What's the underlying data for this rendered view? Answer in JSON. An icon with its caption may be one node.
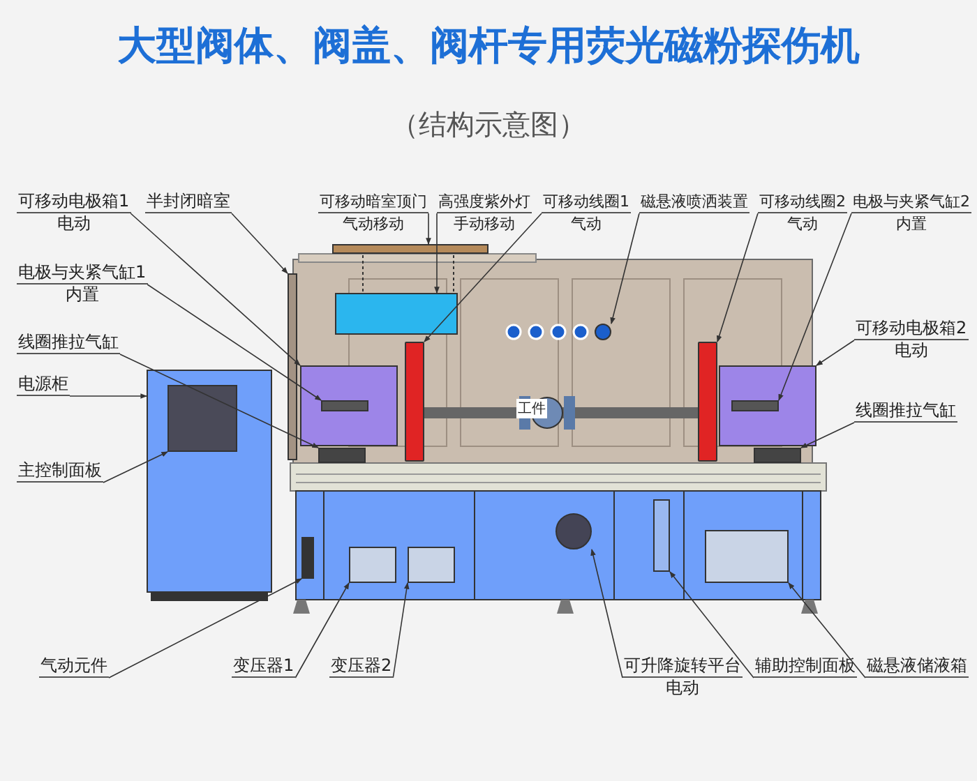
{
  "diagram": {
    "title": "大型阀体、阀盖、阀杆专用荧光磁粉探伤机",
    "caption": "（结构示意图）",
    "nodes": [
      {
        "text": [
          "可移动电极箱1",
          "电动"
        ]
      },
      {
        "text": [
          "半封闭暗室"
        ]
      },
      {
        "text": [
          "可移动暗室顶门",
          "气动移动"
        ]
      },
      {
        "text": [
          "高强度紫外灯",
          "手动移动"
        ]
      },
      {
        "text": [
          "可移动线圈1",
          "气动"
        ]
      },
      {
        "text": [
          "磁悬液喷洒装置"
        ]
      },
      {
        "text": [
          "可移动线圈2",
          "气动"
        ]
      },
      {
        "text": [
          "电极与夹紧气缸2",
          "内置"
        ]
      },
      {
        "text": [
          "电极与夹紧气缸1",
          "内置"
        ]
      },
      {
        "text": [
          "可移动电极箱2",
          "电动"
        ]
      },
      {
        "text": [
          "线圈推拉气缸"
        ]
      },
      {
        "text": [
          "电源柜"
        ]
      },
      {
        "text": [
          "线圈推拉气缸"
        ]
      },
      {
        "text": [
          "主控制面板"
        ]
      },
      {
        "text": [
          "气动元件"
        ]
      },
      {
        "text": [
          "变压器1"
        ]
      },
      {
        "text": [
          "变压器2"
        ]
      },
      {
        "text": [
          "可升降旋转平台",
          "电动"
        ]
      },
      {
        "text": [
          "辅助控制面板"
        ]
      },
      {
        "text": [
          "磁悬液储液箱"
        ]
      },
      {
        "text": [],
        "shape": "box"
      },
      {
        "text": [],
        "shape": "box",
        "in": 20
      },
      {
        "text": [],
        "shape": "box"
      },
      {
        "text": [],
        "shape": "box"
      },
      {
        "text": [],
        "shape": "box"
      },
      {
        "text": [],
        "shape": "bar"
      },
      {
        "text": [],
        "shape": "circle"
      },
      {
        "text": [],
        "shape": "bar"
      },
      {
        "text": [],
        "shape": "box"
      },
      {
        "text": [],
        "shape": "box",
        "in": 28
      },
      {
        "text": [],
        "shape": "box"
      },
      {
        "text": [],
        "shape": "box"
      },
      {
        "text": [],
        "shape": "box",
        "in": 31
      },
      {
        "text": [],
        "shape": "box"
      },
      {
        "text": [],
        "shape": "box"
      },
      {
        "text": [],
        "shape": "box"
      },
      {
        "text": [],
        "shape": "box"
      },
      {
        "text": [],
        "shape": "circle"
      },
      {
        "text": [],
        "shape": "box"
      },
      {
        "text": [],
        "shape": "box"
      }
    ],
    "edges": [
      {
        "from": 0,
        "to": 20,
        "arrow": "to"
      },
      {
        "from": 1,
        "to": 22,
        "arrow": "to"
      },
      {
        "from": 2,
        "to": 23,
        "arrow": "to"
      },
      {
        "from": 3,
        "to": 24,
        "arrow": "to"
      },
      {
        "from": 4,
        "to": 25,
        "arrow": "to"
      },
      {
        "from": 5,
        "to": 26,
        "arrow": "to"
      },
      {
        "from": 6,
        "to": 27,
        "arrow": "to"
      },
      {
        "from": 7,
        "to": 29,
        "arrow": "to"
      },
      {
        "from": 8,
        "to": 21,
        "arrow": "to"
      },
      {
        "from": 9,
        "to": 28,
        "arrow": "to"
      },
      {
        "from": 10,
        "to": 30,
        "arrow": "to"
      },
      {
        "from": 11,
        "to": 31,
        "arrow": "to"
      },
      {
        "from": 12,
        "to": 33,
        "arrow": "to"
      },
      {
        "from": 13,
        "to": 32,
        "arrow": "to"
      },
      {
        "from": 14,
        "to": 34,
        "arrow": "to"
      },
      {
        "from": 15,
        "to": 35,
        "arrow": "to"
      },
      {
        "from": 16,
        "to": 36,
        "arrow": "to"
      },
      {
        "from": 17,
        "to": 37,
        "arrow": "to"
      },
      {
        "from": 18,
        "to": 38,
        "arrow": "to"
      },
      {
        "from": 19,
        "to": 39,
        "arrow": "to"
      }
    ],
    "labels": [
      "工件"
    ]
  }
}
